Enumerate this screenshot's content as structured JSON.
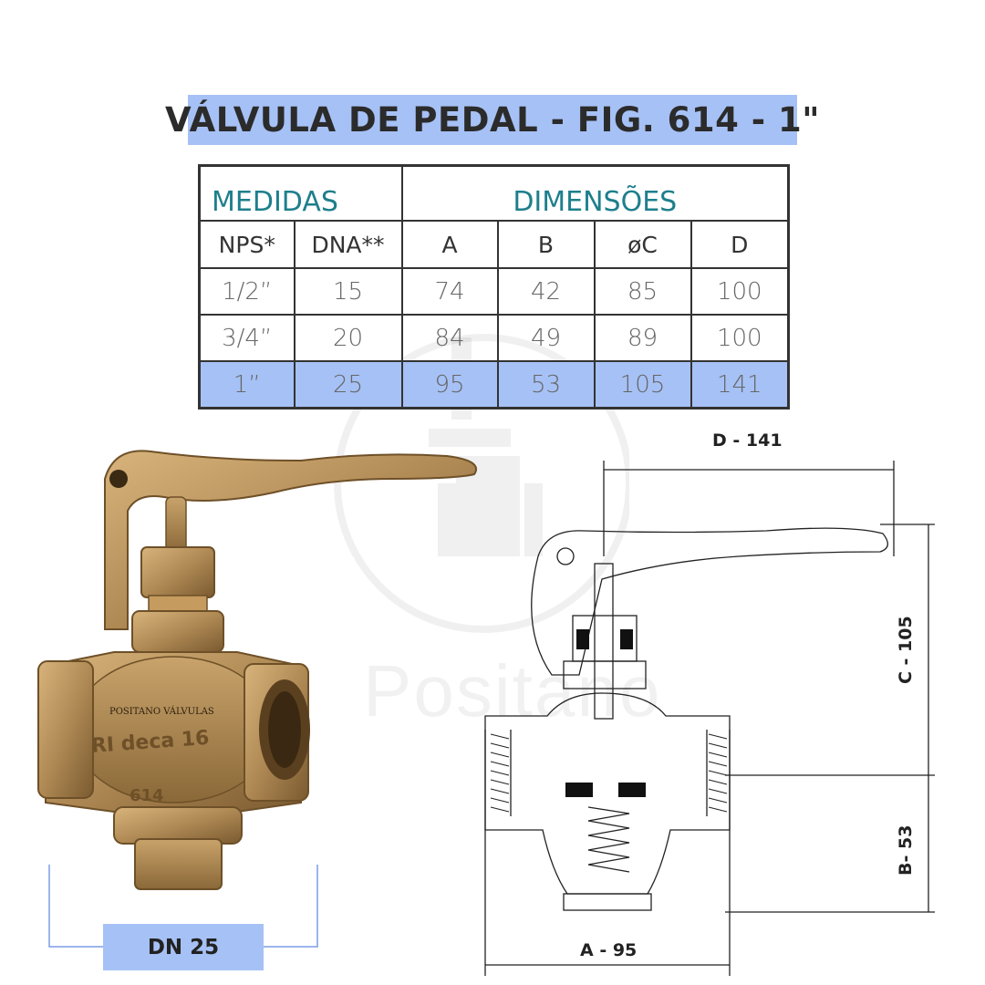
{
  "title": "VÁLVULA DE PEDAL - FIG. 614 - 1\"",
  "table": {
    "group_left": "MEDIDAS",
    "group_right": "DIMENSÕES",
    "headers": [
      "NPS*",
      "DNA**",
      "A",
      "B",
      "øC",
      "D"
    ],
    "rows": [
      [
        "1/2”",
        "15",
        "74",
        "42",
        "85",
        "100"
      ],
      [
        "3/4”",
        "20",
        "84",
        "49",
        "89",
        "100"
      ],
      [
        "1”",
        "25",
        "95",
        "53",
        "105",
        "141"
      ]
    ],
    "highlight_row": 2
  },
  "photo_label": {
    "brand": "POSITANO VÁLVULAS",
    "casting": "RI deca 16",
    "figure": "614"
  },
  "badge": "DN 25",
  "watermark": "Positano",
  "dimensions": {
    "d": "D - 141",
    "c": "C - 105",
    "b": "B- 53",
    "a": "A - 95"
  },
  "colors": {
    "highlight": "#a6c1f5",
    "heading_teal": "#1e7f8c",
    "bronze": "#b08a55"
  }
}
